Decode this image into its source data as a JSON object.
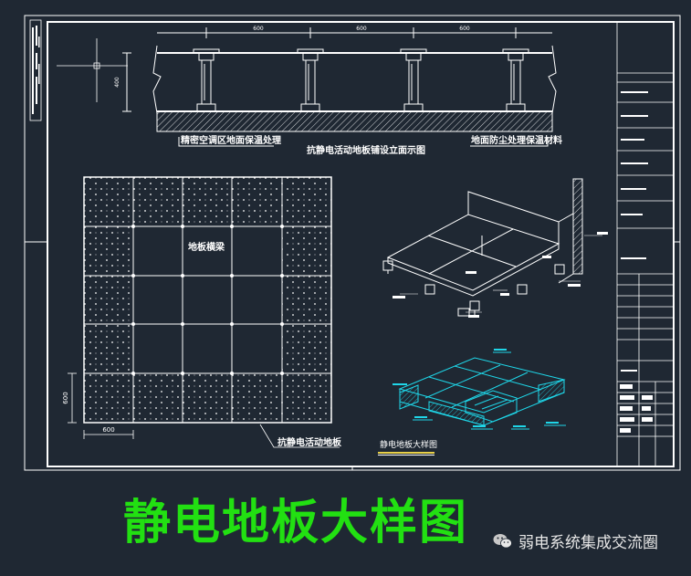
{
  "colors": {
    "background": "#1f2833",
    "line": "#ffffff",
    "cyan": "#1fd6e8",
    "yellow": "#e8d048",
    "green": "#22e012"
  },
  "section": {
    "dim_top": [
      "600",
      "600",
      "600"
    ],
    "dim_side": "400",
    "label_left": "精密空调区地面保温处理",
    "label_center": "抗静电活动地板铺设立面示图",
    "label_right": "地面防尘处理保温材料"
  },
  "plan": {
    "label_grid": "地板横梁",
    "dim_width": "600",
    "dim_height": "600",
    "label_floor": "抗静电活动地板"
  },
  "iso": {
    "caption": "静电地板大样图"
  },
  "title": "静电地板大样图",
  "watermark": {
    "text": "弱电系统集成交流圈",
    "icon": "wechat-icon"
  }
}
